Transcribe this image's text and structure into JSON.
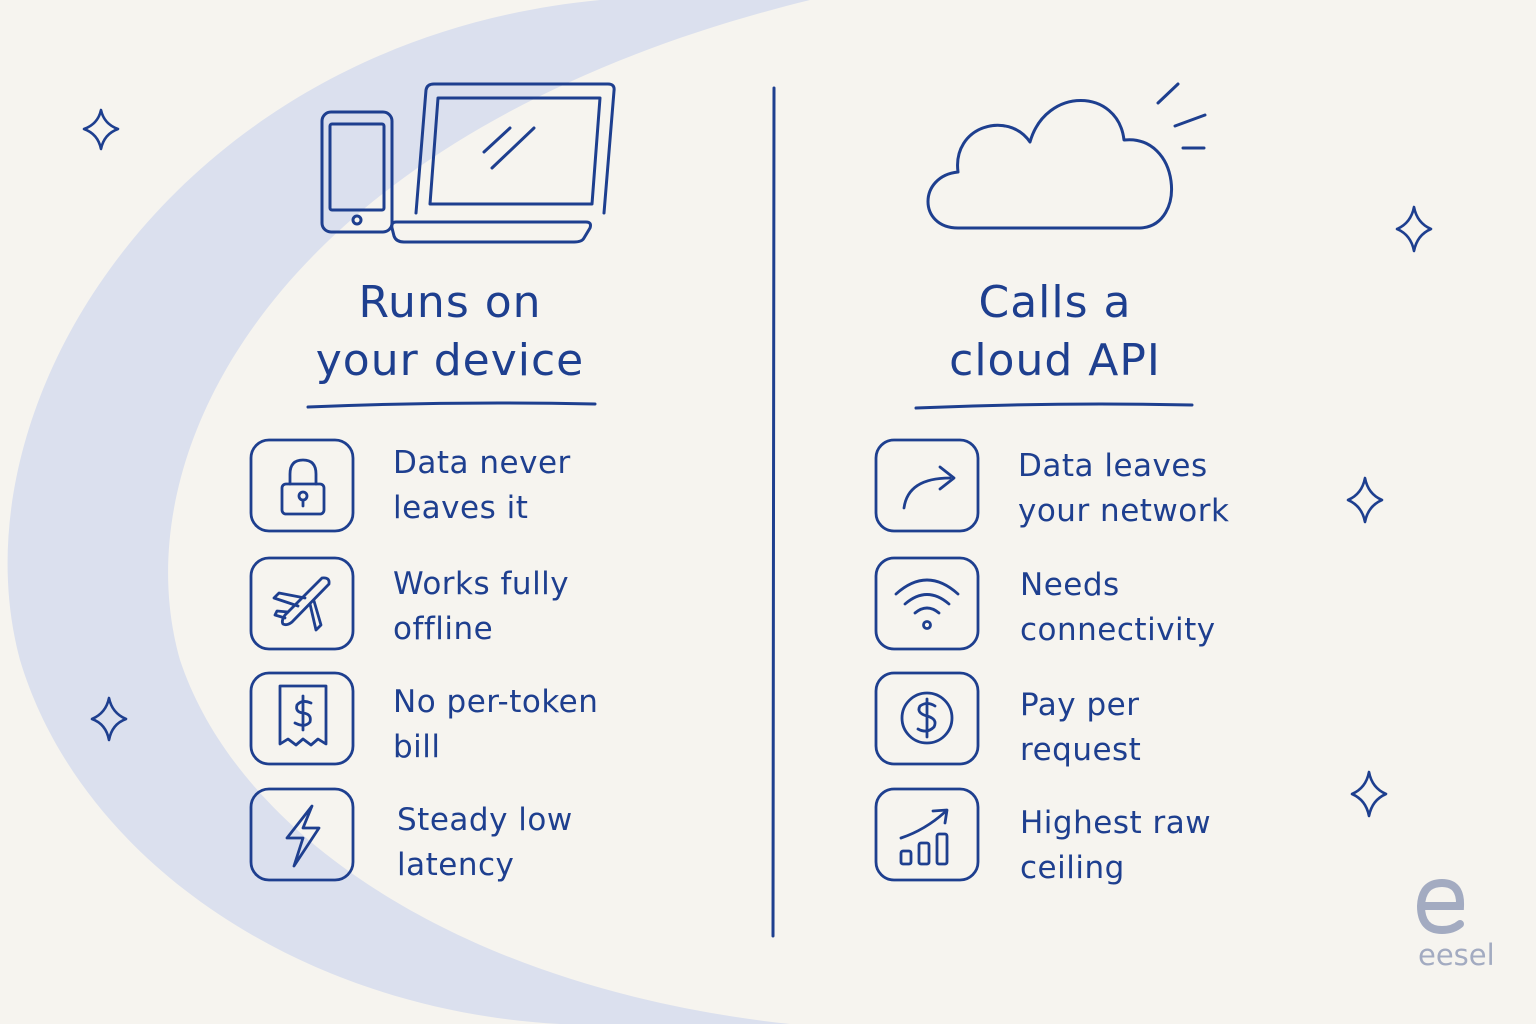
{
  "left_panel": {
    "heading_line1": "Runs on",
    "heading_line2": "your device",
    "items": [
      {
        "icon": "lock-icon",
        "line1": "Data never",
        "line2": "leaves it"
      },
      {
        "icon": "airplane-icon",
        "line1": "Works fully",
        "line2": "offline"
      },
      {
        "icon": "receipt-icon",
        "line1": "No per-token",
        "line2": "bill"
      },
      {
        "icon": "lightning-icon",
        "line1": "Steady low",
        "line2": "latency"
      }
    ]
  },
  "right_panel": {
    "heading_line1": "Calls a",
    "heading_line2": "cloud API",
    "items": [
      {
        "icon": "arrow-out-icon",
        "line1": "Data leaves",
        "line2": "your network"
      },
      {
        "icon": "wifi-icon",
        "line1": "Needs",
        "line2": "connectivity"
      },
      {
        "icon": "dollar-coin-icon",
        "line1": "Pay per",
        "line2": "request"
      },
      {
        "icon": "bar-chart-up-icon",
        "line1": "Highest raw",
        "line2": "ceiling"
      }
    ]
  },
  "brand": {
    "name": "eesel"
  },
  "colors": {
    "ink": "#1e3f8f",
    "background": "#f6f4ef",
    "band": "#dbe0ee",
    "logo": "#a3abc1"
  }
}
